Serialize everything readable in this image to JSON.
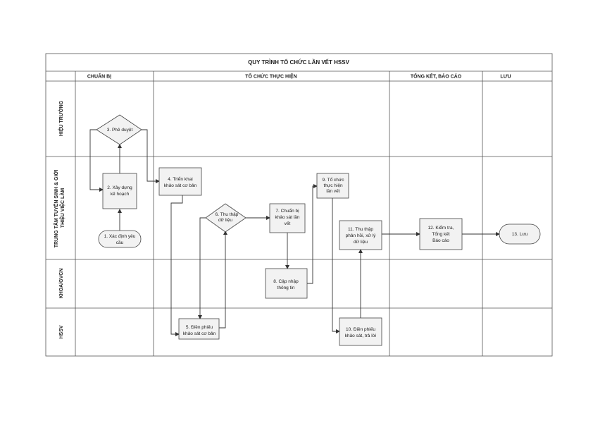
{
  "diagram": {
    "title": "QUY TRÌNH TỔ CHỨC LẦN VẾT HSSV",
    "columns": [
      "CHUẨN BỊ",
      "TỔ CHỨC THỰC HIỆN",
      "TỔNG KẾT, BÁO CÁO",
      "LƯU"
    ],
    "lanes": [
      {
        "label_lines": [
          "HIỆU TRƯỞNG"
        ]
      },
      {
        "label_lines": [
          "TRUNG TÂM TUYỂN SINH & GIỚI",
          "THIỆU VIỆC LÀM"
        ]
      },
      {
        "label_lines": [
          "KHOA/GVCN"
        ]
      },
      {
        "label_lines": [
          "HSSV"
        ]
      }
    ],
    "nodes": [
      {
        "id": "n1",
        "lines": [
          "1. Xác định yêu",
          "cầu"
        ]
      },
      {
        "id": "n2",
        "lines": [
          "2. Xây dựng",
          "kế hoạch"
        ]
      },
      {
        "id": "n3",
        "lines": [
          "3. Phê duyệt"
        ]
      },
      {
        "id": "n4",
        "lines": [
          "4. Triển khai",
          "khảo sát cơ bản"
        ]
      },
      {
        "id": "n5",
        "lines": [
          "5. Điền phiếu",
          "khảo sát cơ bản"
        ]
      },
      {
        "id": "n6",
        "lines": [
          "6. Thu thập",
          "dữ liệu"
        ]
      },
      {
        "id": "n7",
        "lines": [
          "7. Chuẩn bị",
          "khảo sát lần",
          "vết"
        ]
      },
      {
        "id": "n8",
        "lines": [
          "8. Cập nhập",
          "thông tin"
        ]
      },
      {
        "id": "n9",
        "lines": [
          "9. Tổ chức",
          "thực hiện",
          "lần vết"
        ]
      },
      {
        "id": "n10",
        "lines": [
          "10. Điền phiếu",
          "khảo sát, trả lời"
        ]
      },
      {
        "id": "n11",
        "lines": [
          "11. Thu thập",
          "phản hồi, xử lý",
          "dữ liệu"
        ]
      },
      {
        "id": "n12",
        "lines": [
          "12. Kiểm tra,",
          "Tổng kết",
          "Báo cáo"
        ]
      },
      {
        "id": "n13",
        "lines": [
          "13. Lưu"
        ]
      }
    ]
  }
}
